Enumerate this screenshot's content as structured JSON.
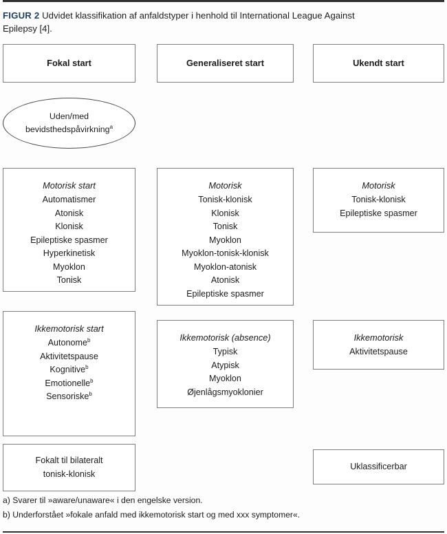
{
  "figure": {
    "label": "FIGUR 2",
    "caption": "Udvidet klassifikation af anfaldstyper i henhold til International League Against Epilepsy [4]."
  },
  "colors": {
    "figure_label": "#1d3f66",
    "box_border": "#7d7d7d",
    "ellipse_border": "#4a4a4a",
    "rule": "#2f2f2f",
    "page_background": "#fdfdfd",
    "box_background": "#ffffff",
    "text": "#1a1a1a"
  },
  "columns": [
    {
      "key": "focal",
      "header": "Fokal start",
      "awareness": {
        "line1": "Uden/med",
        "line2": "bevidsthedspåvirkning",
        "marker": "a"
      },
      "motor": {
        "title": "Motorisk start",
        "items": [
          {
            "text": "Automatismer"
          },
          {
            "text": "Atonisk"
          },
          {
            "text": "Klonisk"
          },
          {
            "text": "Epileptiske spasmer"
          },
          {
            "text": "Hyperkinetisk"
          },
          {
            "text": "Myoklon"
          },
          {
            "text": "Tonisk"
          }
        ]
      },
      "nonmotor": {
        "title": "Ikkemotorisk start",
        "items": [
          {
            "text": "Autonome",
            "marker": "b"
          },
          {
            "text": "Aktivitetspause"
          },
          {
            "text": "Kognitive",
            "marker": "b"
          },
          {
            "text": "Emotionelle",
            "marker": "b"
          },
          {
            "text": "Sensoriske",
            "marker": "b"
          }
        ]
      },
      "bottom": {
        "line1": "Fokalt til bilateralt",
        "line2": "tonisk-klonisk"
      }
    },
    {
      "key": "generaliseret",
      "header": "Generaliseret start",
      "motor": {
        "title": "Motorisk",
        "items": [
          {
            "text": "Tonisk-klonisk"
          },
          {
            "text": "Klonisk"
          },
          {
            "text": "Tonisk"
          },
          {
            "text": "Myoklon"
          },
          {
            "text": "Myoklon-tonisk-klonisk"
          },
          {
            "text": "Myoklon-atonisk"
          },
          {
            "text": "Atonisk"
          },
          {
            "text": "Epileptiske spasmer"
          }
        ]
      },
      "nonmotor": {
        "title": "Ikkemotorisk (absence)",
        "items": [
          {
            "text": "Typisk"
          },
          {
            "text": "Atypisk"
          },
          {
            "text": "Myoklon"
          },
          {
            "text": "Øjenlågsmyoklonier"
          }
        ]
      }
    },
    {
      "key": "ukendt",
      "header": "Ukendt start",
      "motor": {
        "title": "Motorisk",
        "items": [
          {
            "text": "Tonisk-klonisk"
          },
          {
            "text": "Epileptiske spasmer"
          }
        ]
      },
      "nonmotor": {
        "title": "Ikkemotorisk",
        "items": [
          {
            "text": "Aktivitetspause"
          }
        ]
      },
      "bottom": {
        "line1": "Uklassificerbar"
      }
    }
  ],
  "footnotes": [
    "a) Svarer til »aware/unaware« i den engelske version.",
    "b) Underforstået »fokale anfald med ikkemotorisk start og med xxx symptomer«."
  ]
}
